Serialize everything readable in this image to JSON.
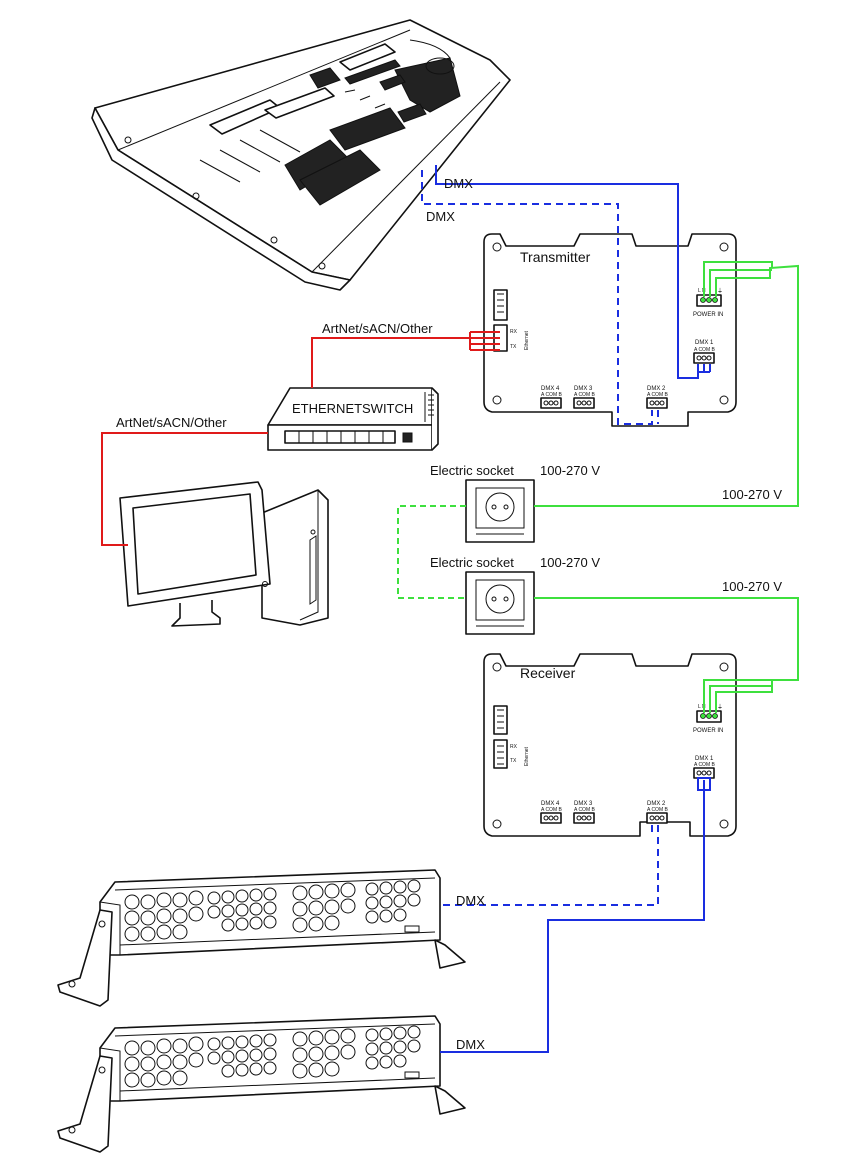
{
  "colors": {
    "dmx_wire": "#1a2ee0",
    "power_wire": "#3ee03e",
    "network_wire": "#e01a1a"
  },
  "labels": {
    "dmx_console_solid": "DMX",
    "dmx_console_dashed": "DMX",
    "artnet_top": "ArtNet/sACN/Other",
    "artnet_left": "ArtNet/sACN/Other",
    "switch_ethernet": "ETHERNET",
    "switch_switch": "SWITCH",
    "socket1": "Electric socket",
    "socket1_voltage": "100-270 V",
    "socket2": "Electric socket",
    "socket2_voltage": "100-270 V",
    "line_voltage_upper": "100-270 V",
    "line_voltage_lower": "100-270 V",
    "dmx_fixture1": "DMX",
    "dmx_fixture2": "DMX"
  },
  "transmitter": {
    "title": "Transmitter",
    "rx": "RX",
    "tx": "TX",
    "ethernet": "Ethernet",
    "dmx1": "DMX 1",
    "dmx2": "DMX 2",
    "dmx3": "DMX 3",
    "dmx4": "DMX 4",
    "pins": "A COM B",
    "power_in": "POWER IN",
    "power_pins": "L N"
  },
  "receiver": {
    "title": "Receiver",
    "rx": "RX",
    "tx": "TX",
    "ethernet": "Ethernet",
    "dmx1": "DMX 1",
    "dmx2": "DMX 2",
    "dmx3": "DMX 3",
    "dmx4": "DMX 4",
    "pins": "A COM B",
    "power_in": "POWER IN",
    "power_pins": "L N"
  }
}
